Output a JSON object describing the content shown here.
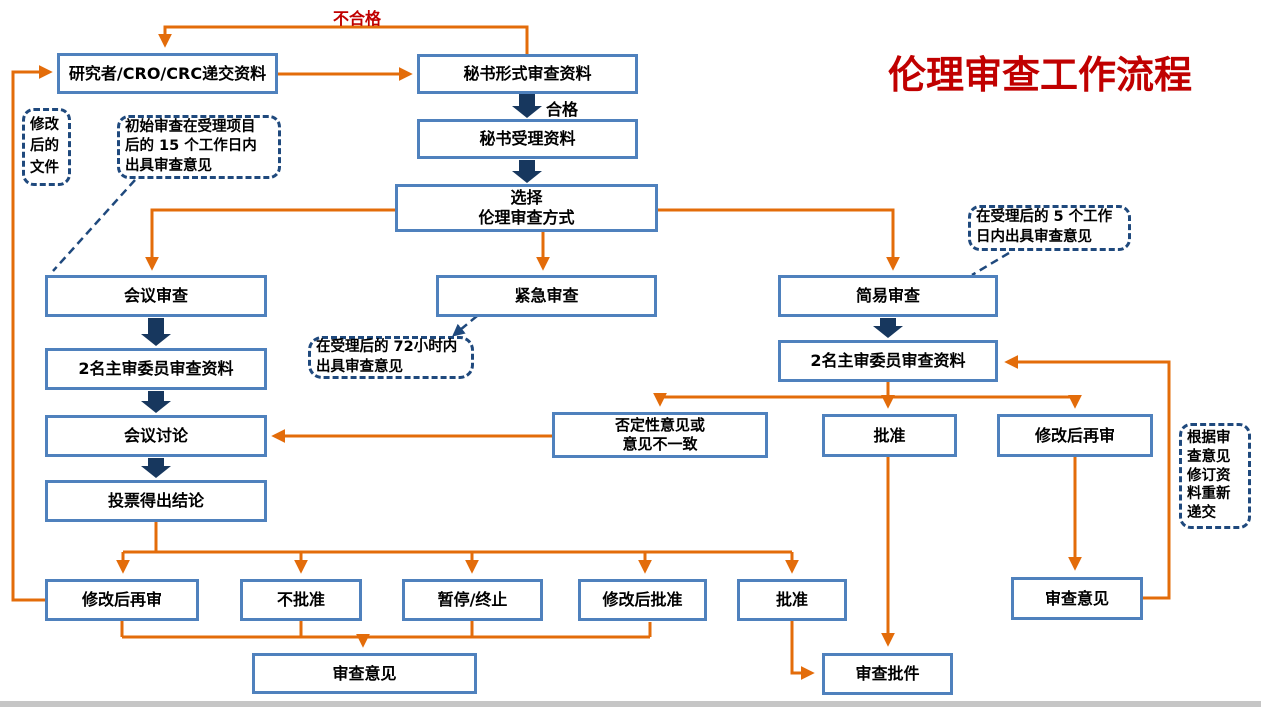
{
  "title": {
    "text": "伦理审查工作流程"
  },
  "labels": {
    "fail": "不合格",
    "pass": "合格"
  },
  "boxes": {
    "researcher": "研究者/CRO/CRC递交资料",
    "secretary_form": "秘书形式审查资料",
    "secretary_accept": "秘书受理资料",
    "choose": "选择\n伦理审查方式",
    "meeting": "会议审查",
    "reviewers_left": "2名主审委员审查资料",
    "discuss": "会议讨论",
    "vote": "投票得出结论",
    "urgent": "紧急审查",
    "simple": "简易审查",
    "reviewers_right": "2名主审委员审查资料",
    "negative": "否定性意见或\n意见不一致",
    "approve_mid": "批准",
    "revise_right": "修改后再审",
    "revise_bottom": "修改后再审",
    "not_approve": "不批准",
    "suspend": "暂停/终止",
    "revise_approve": "修改后批准",
    "approve_bottom": "批准",
    "opinion_bottom": "审查意见",
    "approval_letter": "审查批件",
    "opinion_right": "审查意见"
  },
  "notes": {
    "revised_file": "修改\n后的\n文件",
    "initial": "初始审查在受理项目\n后的 15 个工作日内\n出具审查意见",
    "urgent_time": "在受理后的 72小时内\n出具审查意见",
    "simple_time": "在受理后的 5 个工作\n日内出具审查意见",
    "resubmit": "根据审\n查意见\n修订资\n料重新\n递交"
  },
  "palette": {
    "box_border": "#4F81BD",
    "flow_arrow_orange": "#E36C0A",
    "block_arrow_navy": "#17375E",
    "note_border": "#1F497D",
    "title_red": "#C00000",
    "fail_red": "#C00000",
    "text": "#000000"
  }
}
